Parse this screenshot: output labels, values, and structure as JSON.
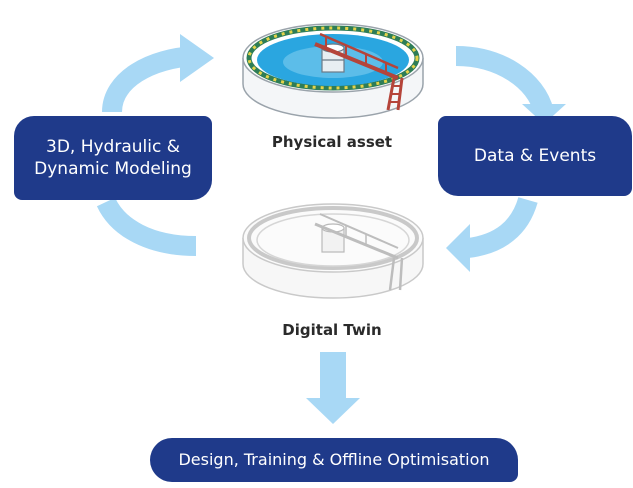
{
  "nodes": {
    "left_pill": {
      "line1": "3D, Hydraulic &",
      "line2": "Dynamic Modeling"
    },
    "right_pill": {
      "text": "Data & Events"
    },
    "bottom_pill": {
      "text": "Design, Training & Offline Optimisation"
    },
    "physical_caption": "Physical asset",
    "twin_caption": "Digital Twin"
  },
  "colors": {
    "pill": "#1f3a8a",
    "arrow": "#a8d8f5",
    "tank_blue": "#2aa6e0",
    "tank_rim": "#2e7d57",
    "walkway": "#b5443a",
    "twin_gray": "#c9c9c9"
  },
  "icons": {
    "physical_asset": "clarifier-tank-icon",
    "digital_twin": "clarifier-tank-wireframe-icon"
  }
}
